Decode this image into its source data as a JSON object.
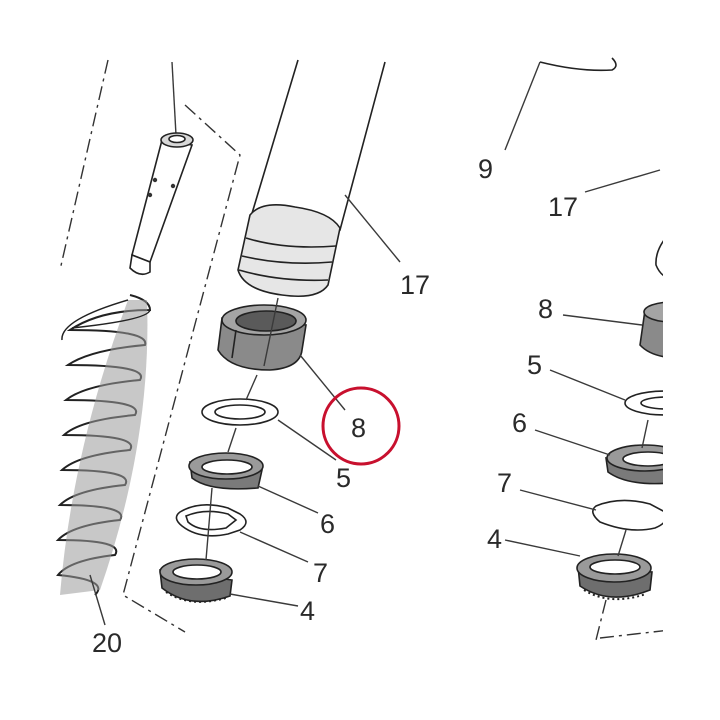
{
  "callouts": {
    "left": {
      "label_17": "17",
      "label_8": "8",
      "label_5": "5",
      "label_6": "6",
      "label_7": "7",
      "label_4": "4",
      "label_20": "20"
    },
    "right": {
      "label_9": "9",
      "label_17": "17",
      "label_8": "8",
      "label_5": "5",
      "label_6": "6",
      "label_7": "7",
      "label_4": "4"
    }
  },
  "colors": {
    "highlight_circle": "#c8102e",
    "part_gray": "#8a8a8a",
    "part_dark": "#555555",
    "line": "#222222"
  }
}
